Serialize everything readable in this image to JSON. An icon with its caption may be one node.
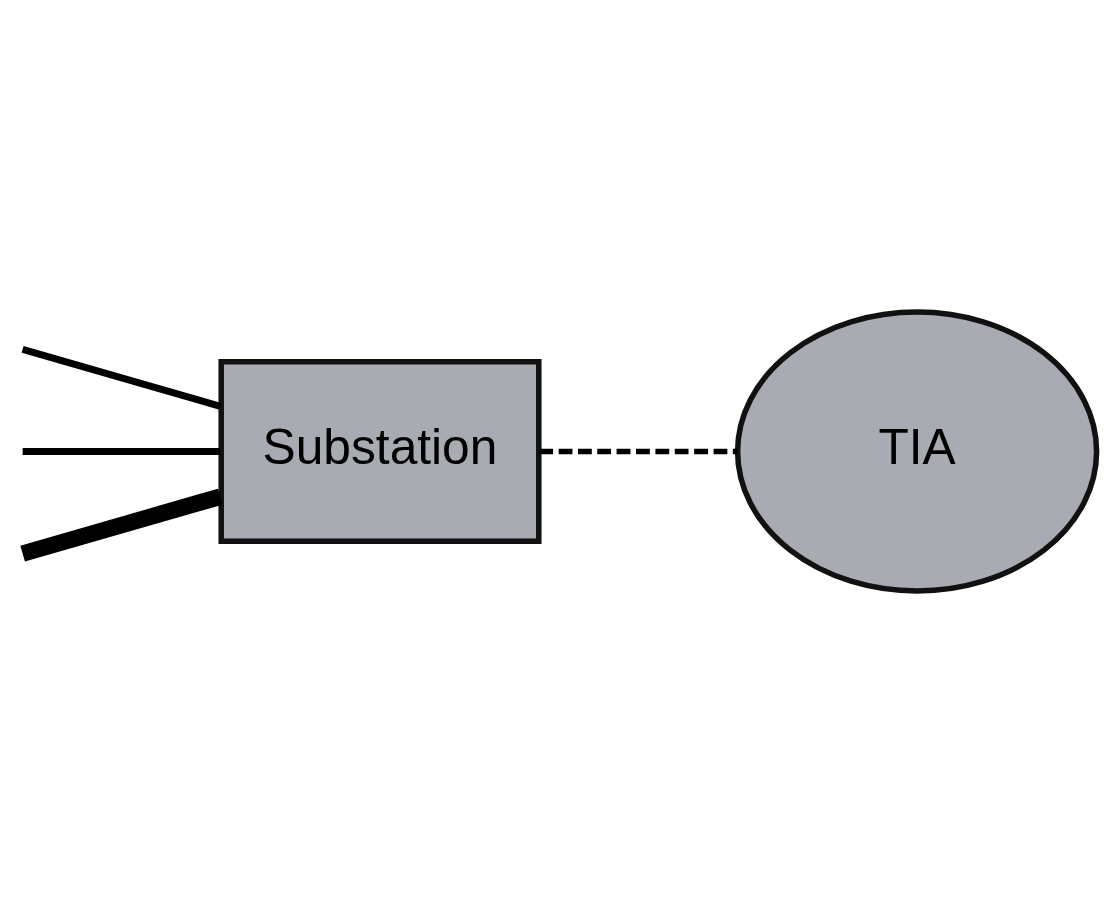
{
  "diagram": {
    "nodes": [
      {
        "text": [
          "Substation"
        ]
      },
      {
        "text": [
          "TIA"
        ]
      }
    ],
    "edges": [
      {
        "from": null,
        "to": 0,
        "arrow": "none",
        "style": "thick"
      },
      {
        "from": null,
        "to": 0,
        "arrow": "none"
      },
      {
        "from": null,
        "to": 0,
        "arrow": "none"
      },
      {
        "from": 0,
        "to": 1,
        "arrow": "none",
        "style": "dashed"
      }
    ]
  }
}
